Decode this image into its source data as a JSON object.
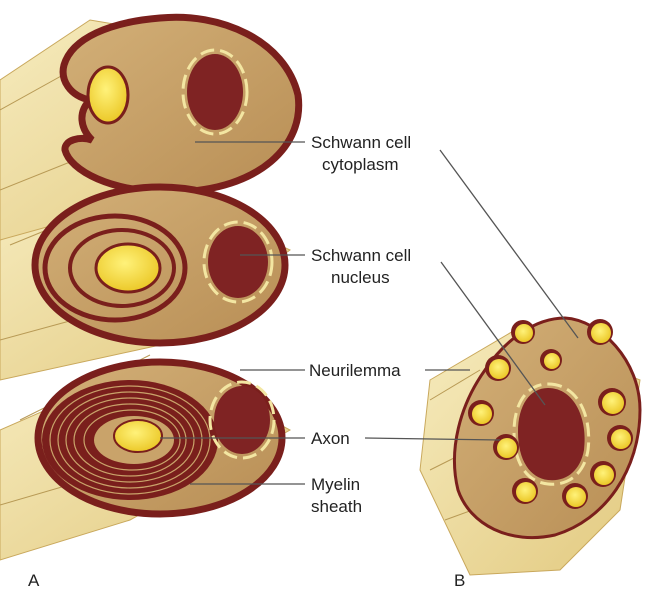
{
  "labels": {
    "schwann_cytoplasm_1": "Schwann cell",
    "schwann_cytoplasm_2": "cytoplasm",
    "schwann_nucleus_1": "Schwann cell",
    "schwann_nucleus_2": "nucleus",
    "neurilemma": "Neurilemma",
    "axon": "Axon",
    "myelin_1": "Myelin",
    "myelin_2": "sheath"
  },
  "panels": {
    "a": "A",
    "b": "B"
  },
  "colors": {
    "membrane": "#7a1f1c",
    "cytoplasm": "#c9a36a",
    "cylinder": "#f1e3a6",
    "cylinder_shade": "#e6d08a",
    "axon": "#f4d62e",
    "nucleus": "#7f2323",
    "leader": "#555555"
  }
}
